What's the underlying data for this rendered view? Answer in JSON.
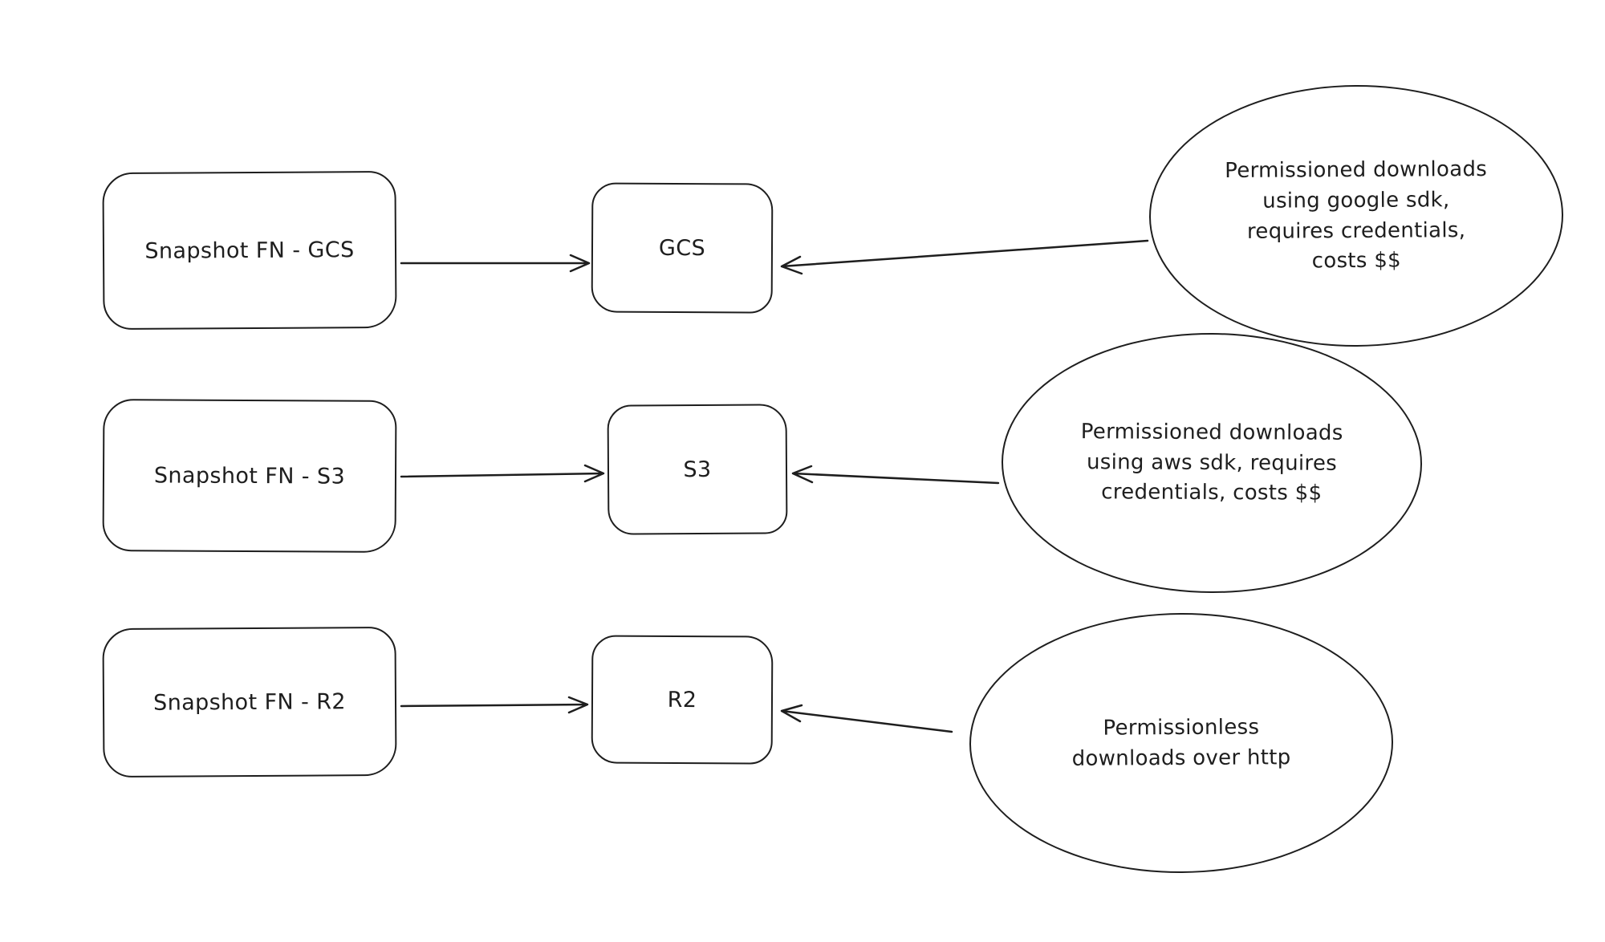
{
  "canvas": {
    "background": "#ffffff",
    "stroke_color": "#1e1e1e",
    "text_color": "#1e1e1e"
  },
  "rows": [
    {
      "source_label": "Snapshot FN - GCS",
      "target_label": "GCS",
      "note_lines": [
        "Permissioned downloads",
        "using google sdk,",
        "requires credentials,",
        "costs $$"
      ]
    },
    {
      "source_label": "Snapshot FN - S3",
      "target_label": "S3",
      "note_lines": [
        "Permissioned downloads",
        "using aws sdk, requires",
        "credentials, costs $$"
      ]
    },
    {
      "source_label": "Snapshot FN - R2",
      "target_label": "R2",
      "note_lines": [
        "Permissionless",
        "downloads over http"
      ]
    }
  ]
}
